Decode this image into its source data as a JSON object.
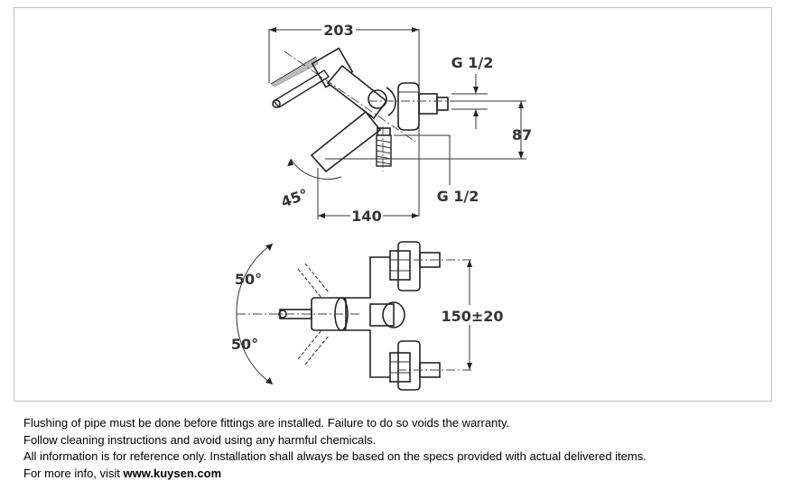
{
  "drawing": {
    "top_view": {
      "width_label": "203",
      "inlet_label_top": "G 1/2",
      "height_label": "87",
      "outlet_label": "G 1/2",
      "depth_label": "140",
      "angle_label": "45°"
    },
    "front_view": {
      "angle_upper": "50°",
      "angle_lower": "50°",
      "center_distance": "150±20"
    }
  },
  "notes": {
    "line1": "Flushing of pipe must be done before fittings are installed.  Failure to do so voids the warranty.",
    "line2": "Follow cleaning instructions and avoid using any harmful chemicals.",
    "line3": "All information is for reference only. Installation shall always be based on the specs provided with actual delivered items.",
    "line4_prefix": "For more info, visit ",
    "line4_link": "www.kuysen.com"
  }
}
